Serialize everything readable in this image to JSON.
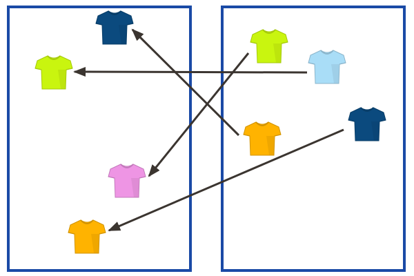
{
  "colors": {
    "background": "#ffffff",
    "frame": "#1a4aa6",
    "arrow": "#3b3530"
  },
  "panels": [
    {
      "id": "left-panel"
    },
    {
      "id": "right-panel"
    }
  ],
  "shirts": [
    {
      "id": "left-navy",
      "panel": "left",
      "color": "#0b4a7e"
    },
    {
      "id": "left-lime",
      "panel": "left",
      "color": "#c9f50f"
    },
    {
      "id": "left-pink",
      "panel": "left",
      "color": "#ee95e4"
    },
    {
      "id": "left-orange",
      "panel": "left",
      "color": "#ffb300"
    },
    {
      "id": "right-lime",
      "panel": "right",
      "color": "#c9f50f"
    },
    {
      "id": "right-skyblue",
      "panel": "right",
      "color": "#a9ddf7"
    },
    {
      "id": "right-orange",
      "panel": "right",
      "color": "#ffb300"
    },
    {
      "id": "right-navy",
      "panel": "right",
      "color": "#0b4a7e"
    }
  ],
  "arrows": [
    {
      "from": "right-lime",
      "to": "left-pink"
    },
    {
      "from": "right-skyblue",
      "to": "left-lime"
    },
    {
      "from": "right-orange",
      "to": "left-navy"
    },
    {
      "from": "right-navy",
      "to": "left-orange"
    }
  ]
}
